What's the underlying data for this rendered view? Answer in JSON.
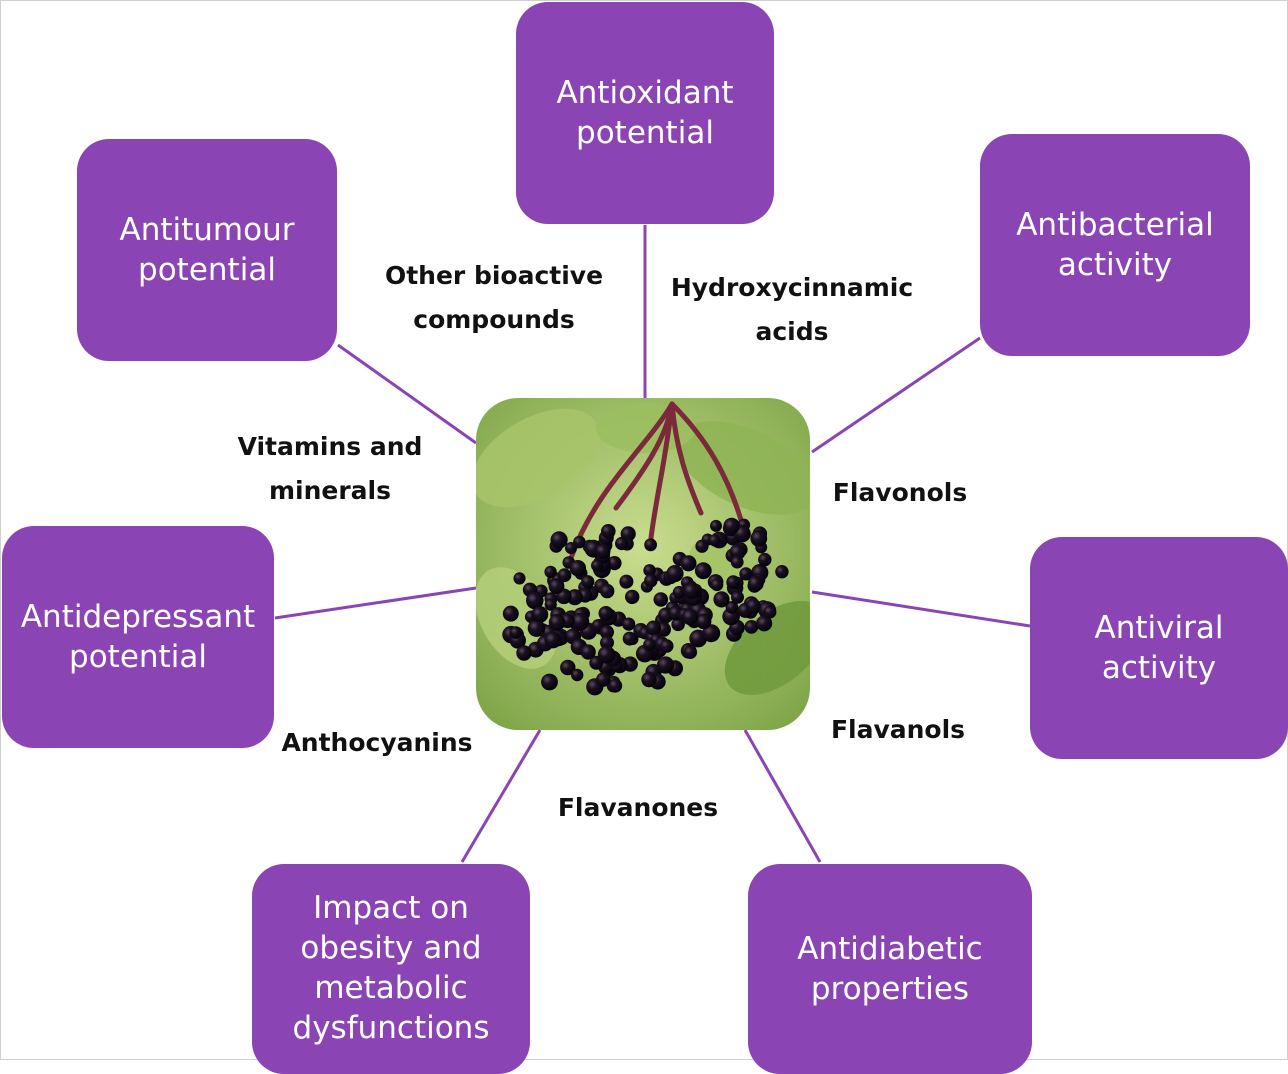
{
  "colors": {
    "box": "#8a44b4",
    "connector": "#8a44b4",
    "label": "#111111",
    "leaf_light": "#b7d27a",
    "leaf_dark": "#6f9a3c",
    "berry": "#1a1020",
    "stem": "#7a2a3a"
  },
  "center_image": {
    "subject": "elderberry cluster photo"
  },
  "effects": {
    "antioxidant": "Antioxidant\npotential",
    "antibacterial": "Antibacterial\nactivity",
    "antitumour": "Antitumour\npotential",
    "antidepressant": "Antidepressant\npotential",
    "antiviral": "Antiviral\nactivity",
    "obesity": "Impact on\nobesity and\nmetabolic\ndysfunctions",
    "antidiabetic": "Antidiabetic\nproperties"
  },
  "compounds": {
    "other": "Other bioactive\ncompounds",
    "hydroxycinnamic": "Hydroxycinnamic\nacids",
    "vitamins": "Vitamins and\nminerals",
    "flavonols": "Flavonols",
    "anthocyanins": "Anthocyanins",
    "flavanols": "Flavanols",
    "flavanones": "Flavanones"
  }
}
